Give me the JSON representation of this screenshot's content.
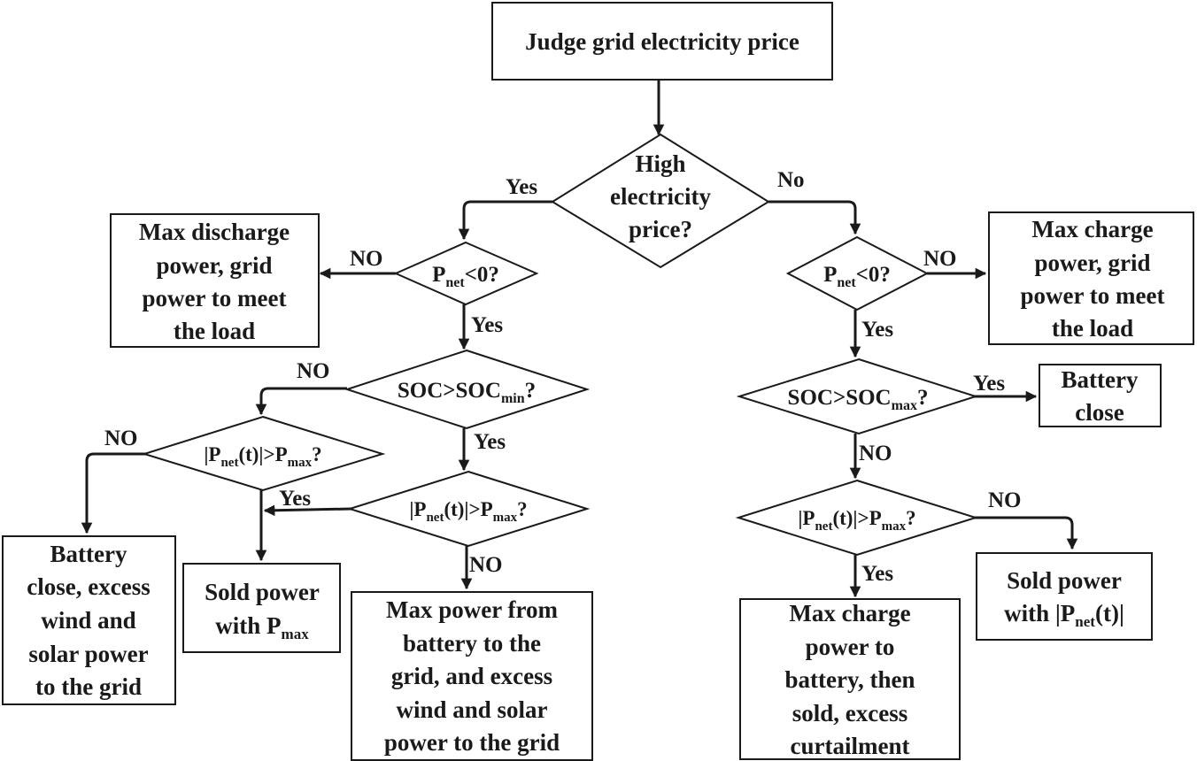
{
  "nodes": {
    "start": {
      "text": "Judge  grid electricity price"
    },
    "d_price": {
      "lines": [
        "High",
        "electricity",
        "price?"
      ]
    },
    "d_pnet_left": {
      "main": "P",
      "sub": "net",
      "tail": "<0?"
    },
    "d_pnet_right": {
      "main": "P",
      "sub": "net",
      "tail": "<0?"
    },
    "d_soc_min": {
      "main": "SOC>SOC",
      "sub": "min",
      "tail": "?"
    },
    "d_soc_max": {
      "main": "SOC>SOC",
      "sub": "max",
      "tail": "?"
    },
    "d_abs_left_outer": {
      "p1": "|P",
      "s1": "net",
      "p2": "(t)|>P",
      "s2": "max",
      "p3": "?"
    },
    "d_abs_left_inner": {
      "p1": "|P",
      "s1": "net",
      "p2": "(t)|>P",
      "s2": "max",
      "p3": "?"
    },
    "d_abs_right": {
      "p1": "|P",
      "s1": "net",
      "p2": "(t)|>P",
      "s2": "max",
      "p3": "?"
    },
    "box_max_discharge": {
      "lines": [
        "Max discharge",
        "power, grid",
        "power to meet",
        "the load"
      ]
    },
    "box_max_charge": {
      "lines": [
        "Max charge",
        "power, grid",
        "power to meet",
        "the load"
      ]
    },
    "box_battery_close": {
      "lines": [
        "Battery",
        "close"
      ]
    },
    "box_battery_close_excess": {
      "lines": [
        "Battery",
        "close, excess",
        "wind and",
        "solar power",
        "to the grid"
      ]
    },
    "box_sold_pmax": {
      "line1": "Sold power",
      "line2_main": "with P",
      "line2_sub": "max"
    },
    "box_max_power_battery": {
      "lines": [
        "Max power from",
        "battery  to the",
        "grid, and excess",
        "wind and solar",
        "power to the grid"
      ]
    },
    "box_max_charge_battery": {
      "lines": [
        "Max charge",
        "power to",
        "battery, then",
        "sold, excess",
        "curtailment"
      ]
    },
    "box_sold_pnet": {
      "line1": "Sold power",
      "line2_main": "with |P",
      "line2_sub": "net",
      "line2_tail": "(t)|"
    }
  },
  "labels": {
    "price_yes": "Yes",
    "price_no": "No",
    "pnet_left_no": "NO",
    "pnet_left_yes": "Yes",
    "pnet_right_no": "NO",
    "pnet_right_yes": "Yes",
    "socmin_no": "NO",
    "socmin_yes": "Yes",
    "abs_outer_no": "NO",
    "abs_outer_yes": "Yes",
    "abs_inner_no": "NO",
    "socmax_yes": "Yes",
    "socmax_no": "NO",
    "abs_right_no": "NO",
    "abs_right_yes": "Yes"
  }
}
